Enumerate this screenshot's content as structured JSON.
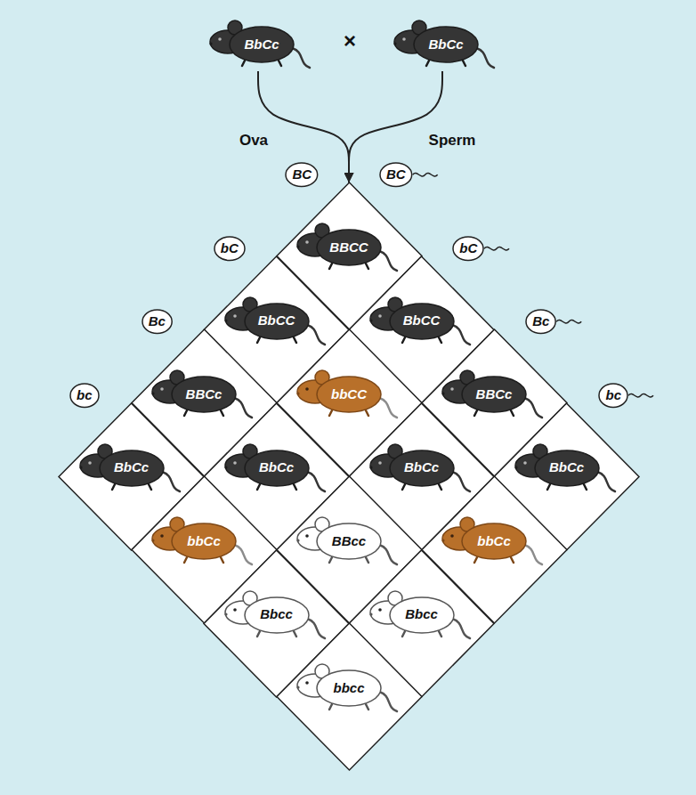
{
  "diagram": {
    "nodes": [
      {
        "text": [
          "BbCc"
        ]
      },
      {
        "text": [
          "BbCc"
        ]
      },
      {
        "text": [
          "BC"
        ]
      },
      {
        "text": [
          "bC"
        ]
      },
      {
        "text": [
          "Bc"
        ]
      },
      {
        "text": [
          "bc"
        ]
      },
      {
        "text": [
          "BC"
        ]
      },
      {
        "text": [
          "bC"
        ]
      },
      {
        "text": [
          "Bc"
        ]
      },
      {
        "text": [
          "bc"
        ]
      },
      {
        "text": [
          "BBCC"
        ]
      },
      {
        "text": [
          "BbCC"
        ]
      },
      {
        "text": [
          "BbCC"
        ]
      },
      {
        "text": [
          "BBCc"
        ]
      },
      {
        "text": [
          "bbCC"
        ]
      },
      {
        "text": [
          "BBCc"
        ]
      },
      {
        "text": [
          "BbCc"
        ]
      },
      {
        "text": [
          "BbCc"
        ]
      },
      {
        "text": [
          "BbCc"
        ]
      },
      {
        "text": [
          "BbCc"
        ]
      },
      {
        "text": [
          "bbCc"
        ]
      },
      {
        "text": [
          "BBcc"
        ]
      },
      {
        "text": [
          "bbCc"
        ]
      },
      {
        "text": [
          "Bbcc"
        ]
      },
      {
        "text": [
          "Bbcc"
        ]
      },
      {
        "text": [
          "bbcc"
        ]
      }
    ],
    "edges": [
      {
        "from": 0,
        "to": 10,
        "arrow": "to"
      },
      {
        "from": 1,
        "to": 10,
        "arrow": "to"
      }
    ],
    "labels": [
      "×",
      "Ova",
      "Sperm"
    ]
  }
}
